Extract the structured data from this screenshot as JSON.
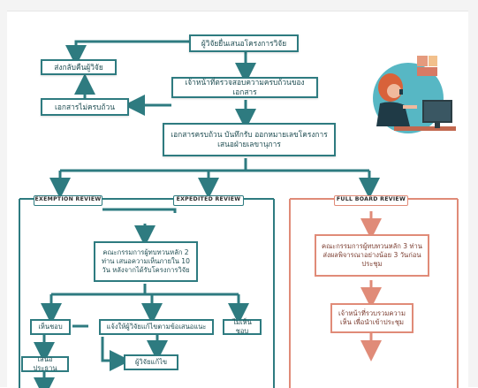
{
  "colors": {
    "teal": "#2e7b80",
    "salmon": "#e08b78",
    "paper": "#ffffff"
  },
  "icons": [
    "office-worker-illustration"
  ],
  "nodes": {
    "submit": "ผู้วิจัยยื่นเสนอโครงการวิจัย",
    "return_to_researcher": "ส่งกลับคืนผู้วิจัย",
    "check_docs": "เจ้าหน้าที่ตรวจสอบความครบถ้วนของเอกสาร",
    "docs_incomplete": "เอกสารไม่ครบถ้วน",
    "docs_complete": "เอกสารครบถ้วน บันทึกรับ ออกหมายเลขโครงการ เสนอฝ่ายเลขานุการ",
    "exemption_review": "EXEMPTION REVIEW",
    "expedited_review": "EXPEDITED REVIEW",
    "full_board_review": "FULL BOARD REVIEW",
    "expedited_reviewers": "คณะกรรมการผู้ทบทวนหลัก 2 ท่าน เสนอความเห็นภายใน 10 วัน หลังจากได้รับโครงการวิจัย",
    "full_board_reviewers": "คณะกรรมการผู้ทบทวนหลัก 3 ท่าน ส่งผลพิจารณาอย่างน้อย 3 วันก่อนประชุม",
    "agree": "เห็นชอบ",
    "notify_revise": "แจ้งให้ผู้วิจัยแก้ไขตามข้อเสนอแนะ",
    "disagree": "ไม่เห็นชอบ",
    "present_chair": "เสนอประธาน",
    "researcher_revise": "ผู้วิจัยแก้ไข",
    "staff_compile": "เจ้าหน้าที่รวบรวมความเห็น เพื่อนำเข้าประชุม"
  }
}
